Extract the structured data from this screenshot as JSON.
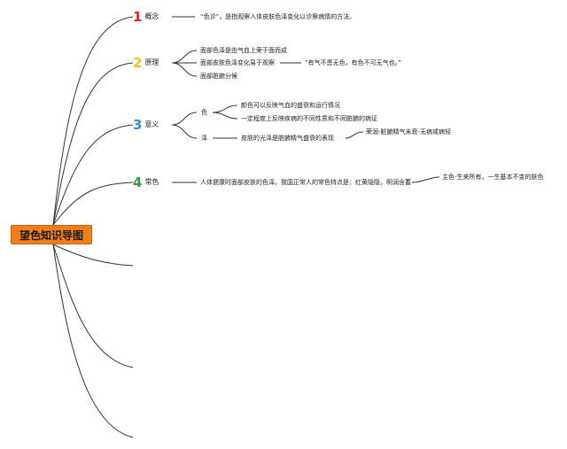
{
  "central": {
    "title": "望色知识导图"
  },
  "colors": {
    "central_bg": "#f07f1a",
    "line": "#333333",
    "num1": "#d62a2a",
    "num2": "#f2c21b",
    "num3": "#2f8fd6",
    "num4": "#2e9e3e",
    "node_bg": "#eeeeee"
  },
  "branches": [
    {
      "num": "1",
      "label": "概念",
      "items": [
        "“色诊”，是指观察人体皮肤色泽变化以诊察病情的方法。"
      ]
    },
    {
      "num": "2",
      "label": "原理",
      "items": [
        "面部色泽是由气血上荣于面而成",
        "面部皮肤色泽变化易于观察",
        "面部脏腑分候"
      ],
      "note": "“有气不患无色，有色不可无气也。”"
    },
    {
      "num": "3",
      "label": "意义",
      "sub": [
        {
          "label": "色",
          "items": [
            "颜色可以反映气血的盛衰和运行情况",
            "一定程度上反映疾病的不同性质和不同脏腑的病证"
          ]
        },
        {
          "label": "泽",
          "items": [
            "皮肤的光泽是脏腑精气盛衰的表现"
          ],
          "detail": "荣润-脏腑精气未衰-无病或病轻"
        }
      ]
    },
    {
      "num": "4",
      "label": "常色",
      "items": [
        "人体健康时面部皮肤的色泽。我国正常人的常色特点是：红黄隐隐，明润含蓄"
      ],
      "detail": "主色-生来所有，一生基本不变的肤色"
    }
  ]
}
